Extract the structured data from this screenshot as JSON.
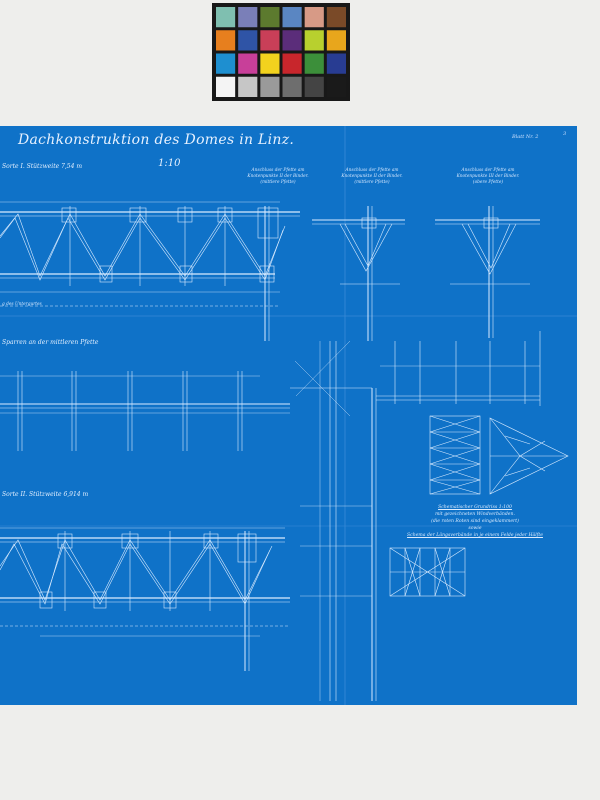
{
  "color_checker": {
    "rows": [
      [
        "#7fbfb0",
        "#7a7fb8",
        "#5c7a2e",
        "#5a86c2",
        "#d79a86",
        "#7a4a28"
      ],
      [
        "#e77f1e",
        "#2f54a6",
        "#c93f58",
        "#5b2d7a",
        "#b8d02e",
        "#e8a61c"
      ],
      [
        "#1e8fd0",
        "#c83f99",
        "#f2d21e",
        "#c8262c",
        "#3c8f3a",
        "#283c92"
      ],
      [
        "#f4f4f4",
        "#c6c6c6",
        "#9a9a9a",
        "#6e6e6e",
        "#444444",
        "#1a1a1a"
      ]
    ]
  },
  "colors": {
    "paper": "#0f72c8",
    "ink": "#e6f1ff"
  },
  "drawing": {
    "title": "Dachkonstruktion des Domes in Linz.",
    "scale": "1:10",
    "sheet_no": "Blatt Nr. 2",
    "corner_mark": "3",
    "section1_label": "Sorte I. Stützweite 7,54 m",
    "section2_label": "Sorte II. Stützweite 6,914 m",
    "purlin_label": "Sparren an der mittleren Pfette",
    "bottom_chord_label": "g des Untergurtes",
    "detail1_title": "Anschluss der Pfette am",
    "detail1_line2": "Knotenpunkte II der Binder.",
    "detail1_line3": "(mittlere Pfette)",
    "detail2_title": "Anschluss der Pfette am",
    "detail2_line2": "Knotenpunkte II der Binder.",
    "detail2_line3": "(mittlere Pfette)",
    "detail3_title": "Anschluss der Pfette am",
    "detail3_line2": "Knotenpunkte III der Binder.",
    "detail3_line3": "(obere Pfette)",
    "note_line1": "Schematischer Grundriss 1:100",
    "note_line2": "mit gezeichneten Windverbänden.",
    "note_line3": "(die roten Roten sind eingeklammert)",
    "note_line4": "sowie",
    "note_line5": "Schema der Längsverbände in je einem Felde jeder Hälfte"
  }
}
